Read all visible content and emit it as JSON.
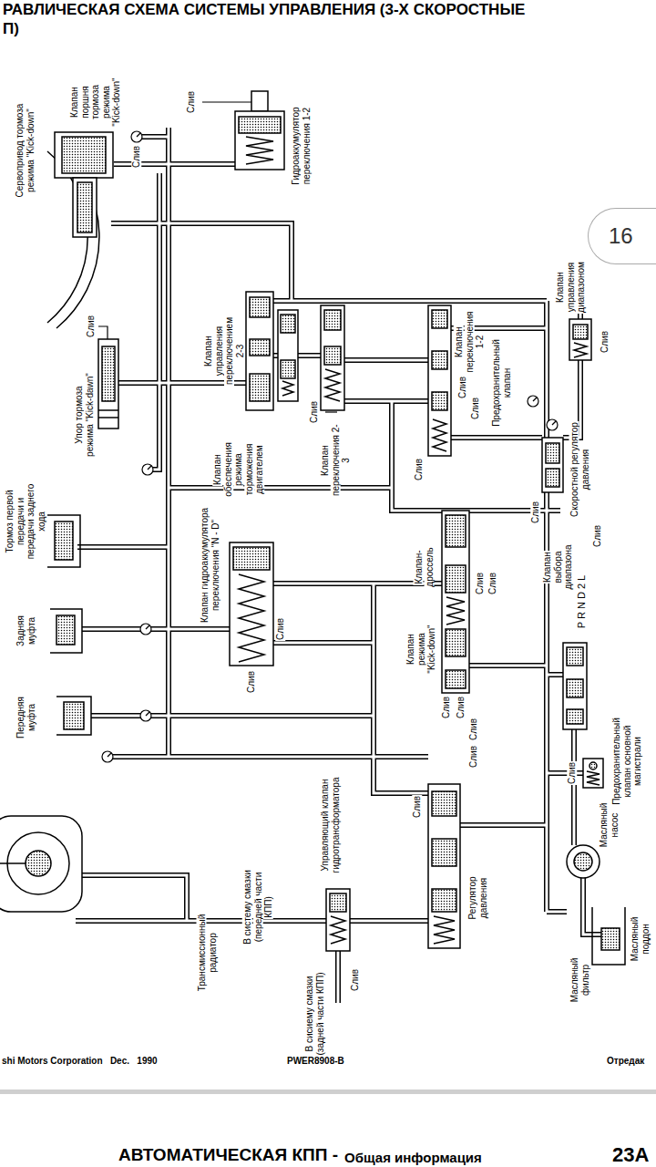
{
  "diagram": {
    "title": "РАВЛИЧЕСКАЯ СХЕМА СИСТЕМЫ УПРАВЛЕНИЯ (3-Х СКОРОСТНЫЕ П)",
    "nodes": [
      {
        "text": [
          "16"
        ]
      }
    ],
    "labels": [
      "Сервопривод тормоза режима \"Kick-down\"",
      "Клапан поршня тормоза режима \"Kick-down\"",
      "Слив",
      "Гидроаккумулятор переключения 1-2",
      "Слив",
      "Клапан управления переключением 2-3",
      "Слив",
      "Упор тормоза режима \"Kick-dawn\"",
      "Клапан обеспечения режима торможения двигателем",
      "Слив",
      "Клапан переключения 2-3",
      "Клапан переключения 1-2",
      "Слив",
      "Слив",
      "Предохранительный клапан",
      "Слив",
      "Клапан управления диапазоном",
      "Слив",
      "Скоростной регулятор давления",
      "Слив",
      "Слив",
      "Тормоз первой передачи и передачи заднего хода",
      "Клапан гидроаккумулятора переключения \"N - D\"",
      "Слив",
      "Клапан-дроссель",
      "Слив",
      "Слив",
      "Клапан режима \"Kick-down\"",
      "Слив",
      "Слив",
      "Клапан выбора диапазона",
      "P R N D 2 L",
      "Задняя муфта",
      "Слив",
      "Передняя муфта",
      "Слив",
      "Слив",
      "Предохранительный клапан основной магистрали",
      "Слив",
      "Слив",
      "Масляный насос",
      "Управляющий клапан гидротрансформатора",
      "Регулятор давления",
      "В систему смазки (передней части КПП)",
      "Трансмиссионный радиатор",
      "Масляный фильтр",
      "Масляный поддон",
      "Слив",
      "В сисиему смазки (задней части КПП)",
      "shi Motors Corporation   Dec.   1990",
      "PWER8908-B",
      "Отредак",
      "АВТОМАТИЧЕСКАЯ КПП -",
      "Общая информация",
      "23A"
    ]
  }
}
